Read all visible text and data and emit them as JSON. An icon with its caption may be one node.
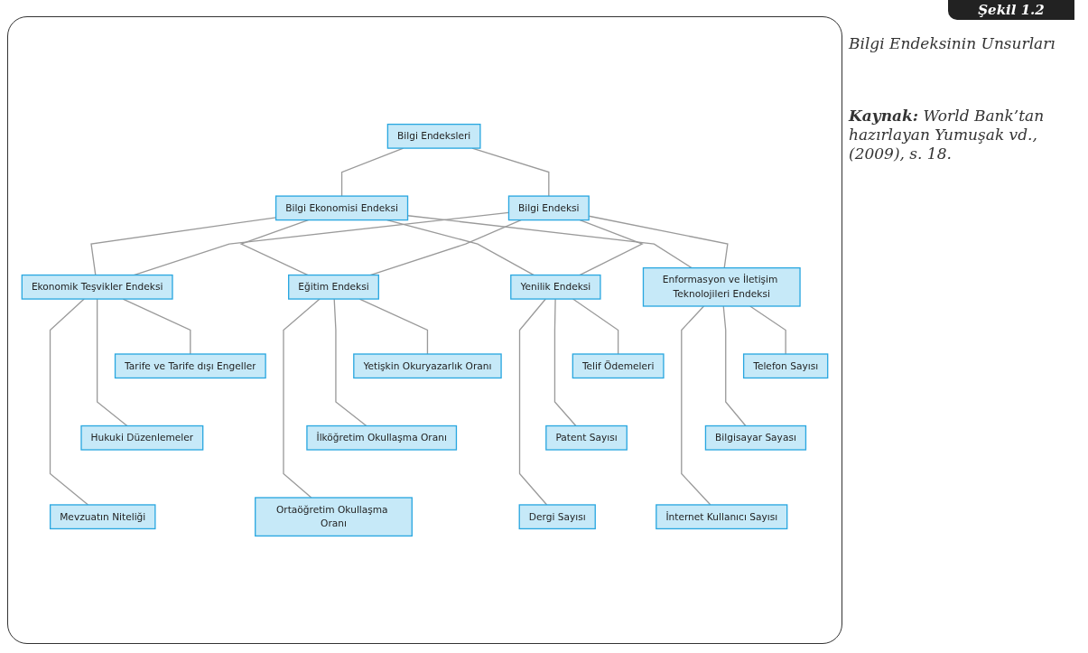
{
  "diagram": {
    "title": "Şekil 1.2",
    "nodes": [
      {
        "text": [
          "Bilgi Endeksleri"
        ]
      },
      {
        "text": [
          "Bilgi Ekonomisi Endeksi"
        ]
      },
      {
        "text": [
          "Bilgi Endeksi"
        ]
      },
      {
        "text": [
          "Ekonomik Teşvikler Endeksi"
        ]
      },
      {
        "text": [
          "Eğitim Endeksi"
        ]
      },
      {
        "text": [
          "Yenilik Endeksi"
        ]
      },
      {
        "text": [
          "Enformasyon ve İletişim Teknolojileri Endeksi"
        ]
      },
      {
        "text": [
          "Tarife ve Tarife dışı Engeller"
        ]
      },
      {
        "text": [
          "Hukuki Düzenlemeler"
        ]
      },
      {
        "text": [
          "Mevzuatın Niteliği"
        ]
      },
      {
        "text": [
          "Yetişkin Okuryazarlık Oranı"
        ]
      },
      {
        "text": [
          "İlköğretim Okullaşma Oranı"
        ]
      },
      {
        "text": [
          "Ortaöğretim Okullaşma Oranı"
        ]
      },
      {
        "text": [
          "Telif Ödemeleri"
        ]
      },
      {
        "text": [
          "Patent Sayısı"
        ]
      },
      {
        "text": [
          "Dergi Sayısı"
        ]
      },
      {
        "text": [
          "Telefon Sayısı"
        ]
      },
      {
        "text": [
          "Bilgisayar Sayası"
        ]
      },
      {
        "text": [
          "İnternet Kullanıcı Sayısı"
        ]
      }
    ],
    "edges": [
      {
        "from": 0,
        "to": 1,
        "arrow": "none"
      },
      {
        "from": 0,
        "to": 2,
        "arrow": "none"
      },
      {
        "from": 1,
        "to": 3,
        "arrow": "none"
      },
      {
        "from": 1,
        "to": 4,
        "arrow": "none"
      },
      {
        "from": 1,
        "to": 5,
        "arrow": "none"
      },
      {
        "from": 1,
        "to": 6,
        "arrow": "none"
      },
      {
        "from": 2,
        "to": 3,
        "arrow": "none"
      },
      {
        "from": 2,
        "to": 4,
        "arrow": "none"
      },
      {
        "from": 2,
        "to": 5,
        "arrow": "none"
      },
      {
        "from": 2,
        "to": 6,
        "arrow": "none"
      },
      {
        "from": 3,
        "to": 7,
        "arrow": "none"
      },
      {
        "from": 3,
        "to": 8,
        "arrow": "none"
      },
      {
        "from": 3,
        "to": 9,
        "arrow": "none"
      },
      {
        "from": 4,
        "to": 10,
        "arrow": "none"
      },
      {
        "from": 4,
        "to": 11,
        "arrow": "none"
      },
      {
        "from": 4,
        "to": 12,
        "arrow": "none"
      },
      {
        "from": 5,
        "to": 13,
        "arrow": "none"
      },
      {
        "from": 5,
        "to": 14,
        "arrow": "none"
      },
      {
        "from": 5,
        "to": 15,
        "arrow": "none"
      },
      {
        "from": 6,
        "to": 16,
        "arrow": "none"
      },
      {
        "from": 6,
        "to": 17,
        "arrow": "none"
      },
      {
        "from": 6,
        "to": 18,
        "arrow": "none"
      }
    ],
    "labels": [
      "Bilgi Endeksinin Unsurları",
      "**Kaynak:** World Bank’tan hazırlayan Yumuşak vd., (2009), s. 18."
    ]
  }
}
